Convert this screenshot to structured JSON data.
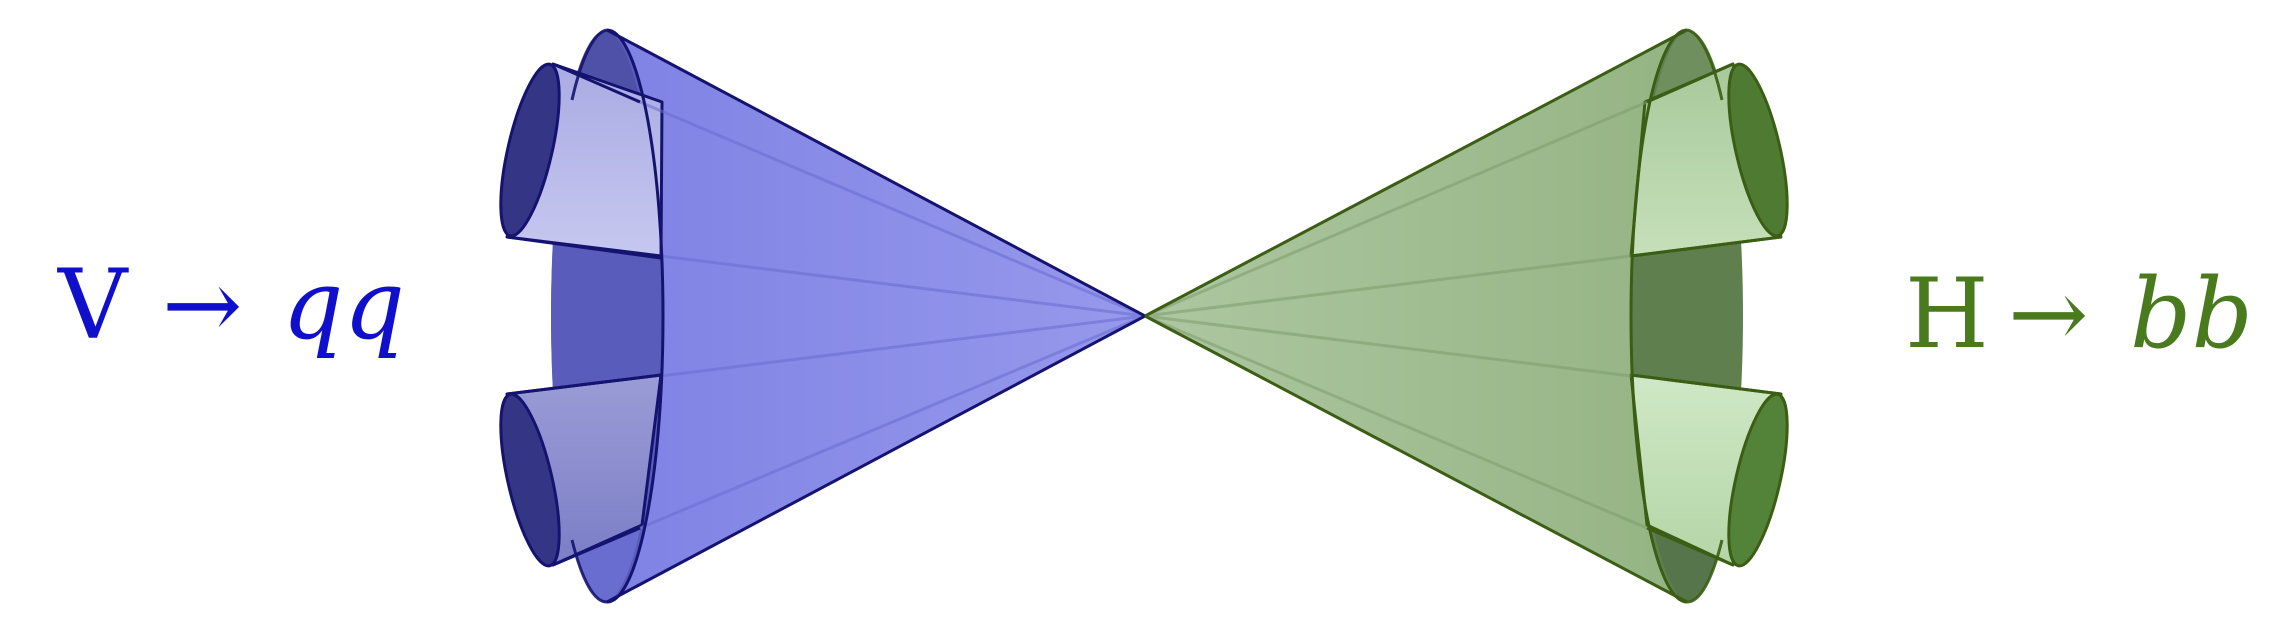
{
  "left_label": {
    "particle": "V",
    "arrow": "→",
    "products": "qq",
    "color": "#1010cc"
  },
  "right_label": {
    "particle": "H",
    "arrow": "→",
    "products": "bb",
    "color": "#4a7a1e"
  },
  "colors": {
    "blue_outline": "#141470",
    "blue_fill": "#7b7ee6",
    "blue_dark": "#3a3aa0",
    "blue_light": "#bfc2ef",
    "green_outline": "#3b5e14",
    "green_fill": "#8fb27a",
    "green_dark": "#4d7a2c",
    "green_light": "#c9e3bd"
  }
}
